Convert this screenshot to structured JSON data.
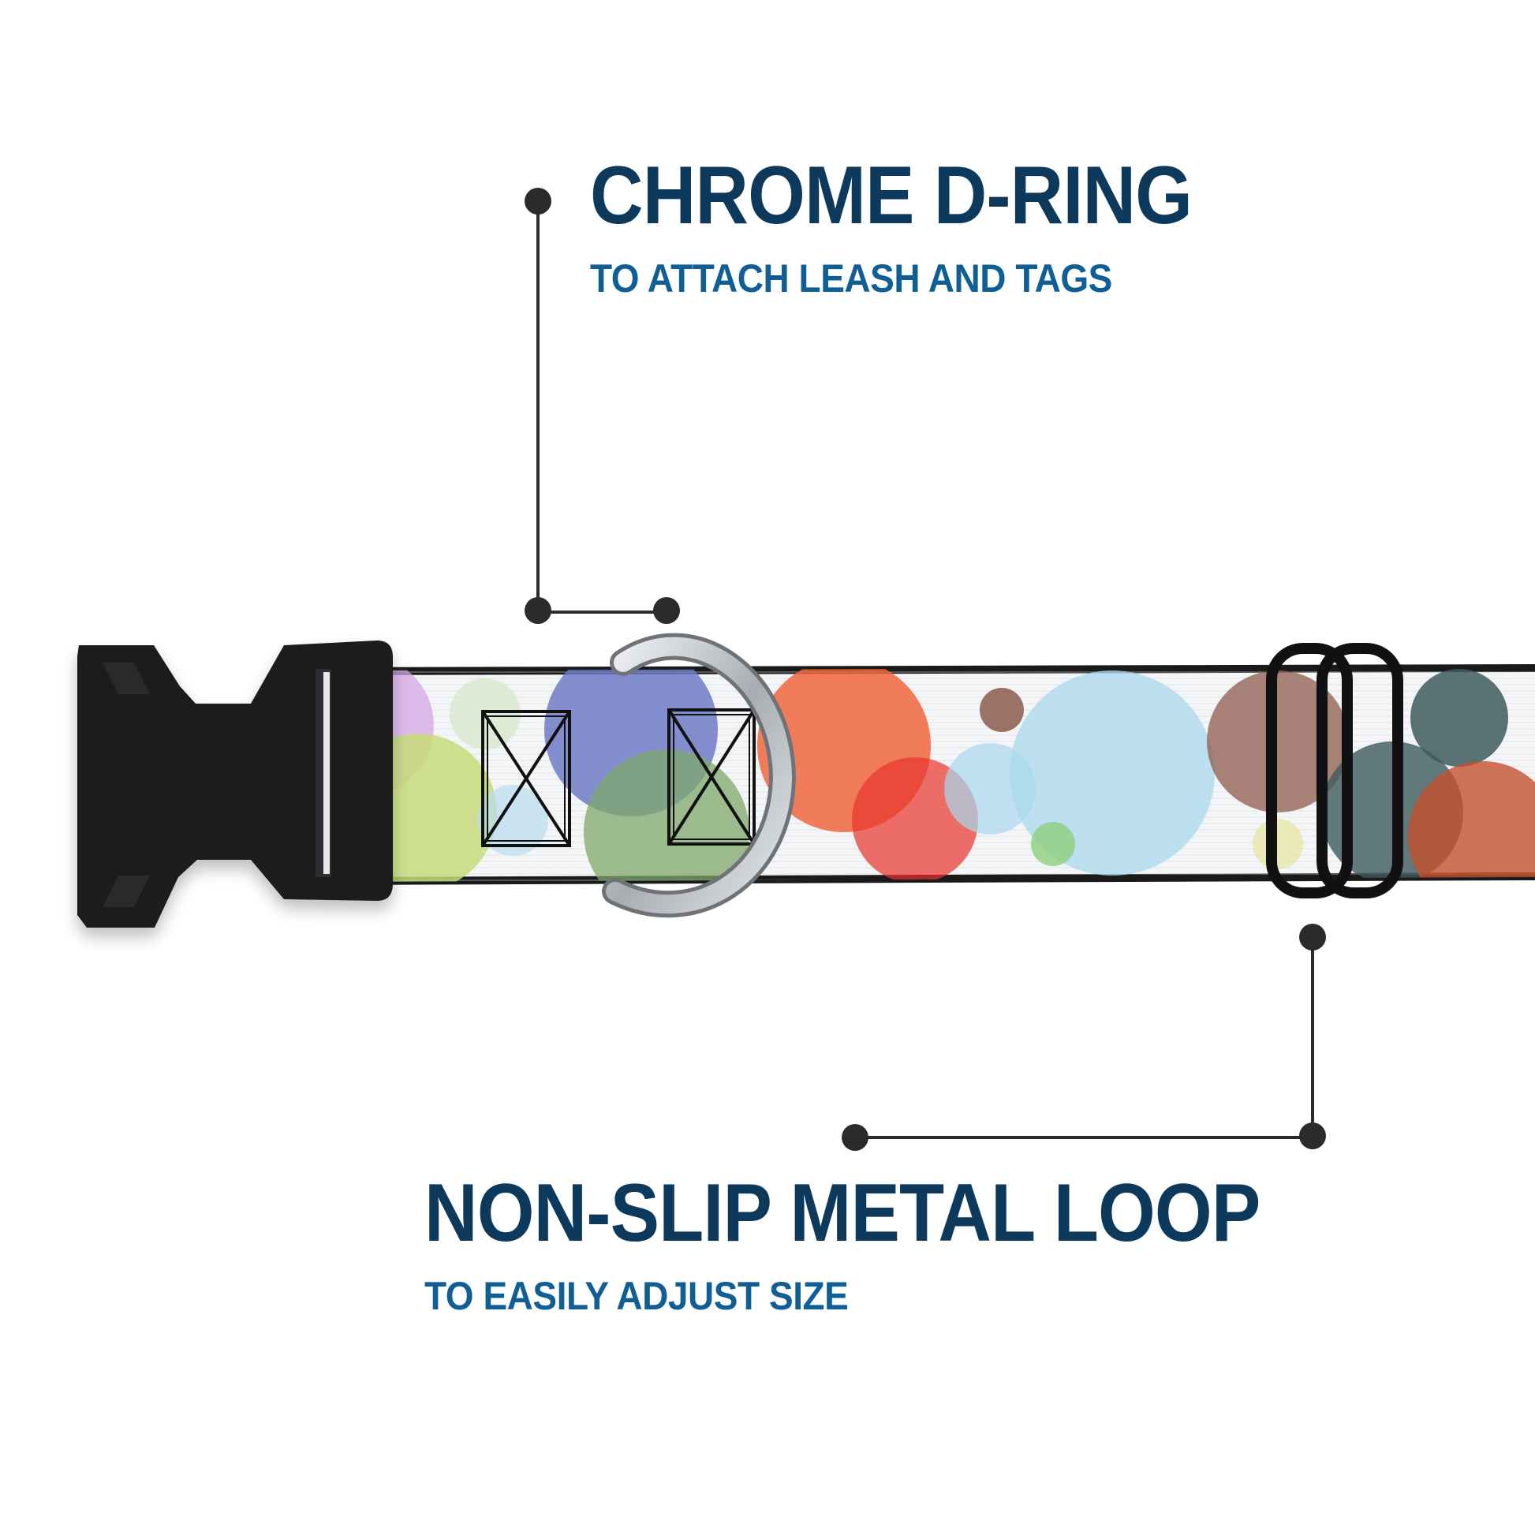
{
  "callouts": {
    "dring": {
      "title": "CHROME D-RING",
      "subtitle": "TO ATTACH LEASH AND TAGS"
    },
    "loop": {
      "title": "NON-SLIP METAL LOOP",
      "subtitle": "TO EASILY ADJUST SIZE"
    }
  },
  "colors": {
    "title": "#0d3a5c",
    "subtitle": "#0f5f96",
    "connector": "#2b2b2b",
    "buckle": "#1c1c1e",
    "strap_edge": "#1a1a1a",
    "strap_base": "#f4f5f7",
    "dring_metal": "#c9ccd1"
  },
  "product": {
    "type": "dog-collar",
    "pattern": "polka-dots",
    "parts": [
      "side-release-buckle",
      "chrome-d-ring",
      "non-slip-metal-loop"
    ]
  }
}
